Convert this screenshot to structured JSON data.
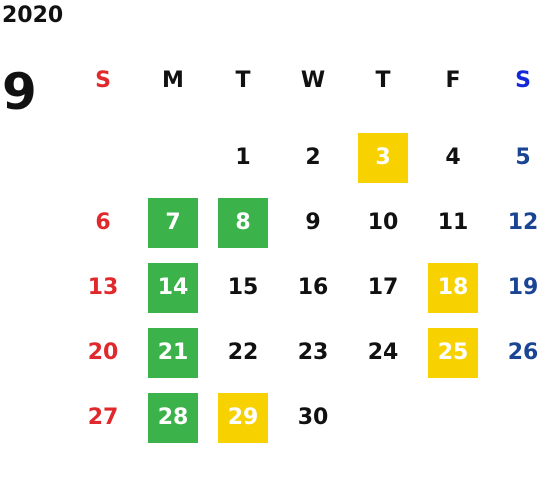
{
  "year": "2020",
  "month": "9",
  "weekdays": [
    "S",
    "M",
    "T",
    "W",
    "T",
    "F",
    "S"
  ],
  "colors": {
    "sunday": "#e0292c",
    "saturday": "#1a4494",
    "saturday_header": "#1428d8",
    "green_highlight": "#3bb24a",
    "yellow_highlight": "#f7d200"
  },
  "weeks": [
    [
      null,
      null,
      "1",
      "2",
      "3",
      "4",
      "5"
    ],
    [
      "6",
      "7",
      "8",
      "9",
      "10",
      "11",
      "12"
    ],
    [
      "13",
      "14",
      "15",
      "16",
      "17",
      "18",
      "19"
    ],
    [
      "20",
      "21",
      "22",
      "23",
      "24",
      "25",
      "26"
    ],
    [
      "27",
      "28",
      "29",
      "30",
      null,
      null,
      null
    ]
  ],
  "green_days": [
    "7",
    "8",
    "14",
    "21",
    "28"
  ],
  "yellow_days": [
    "3",
    "18",
    "25",
    "29"
  ]
}
